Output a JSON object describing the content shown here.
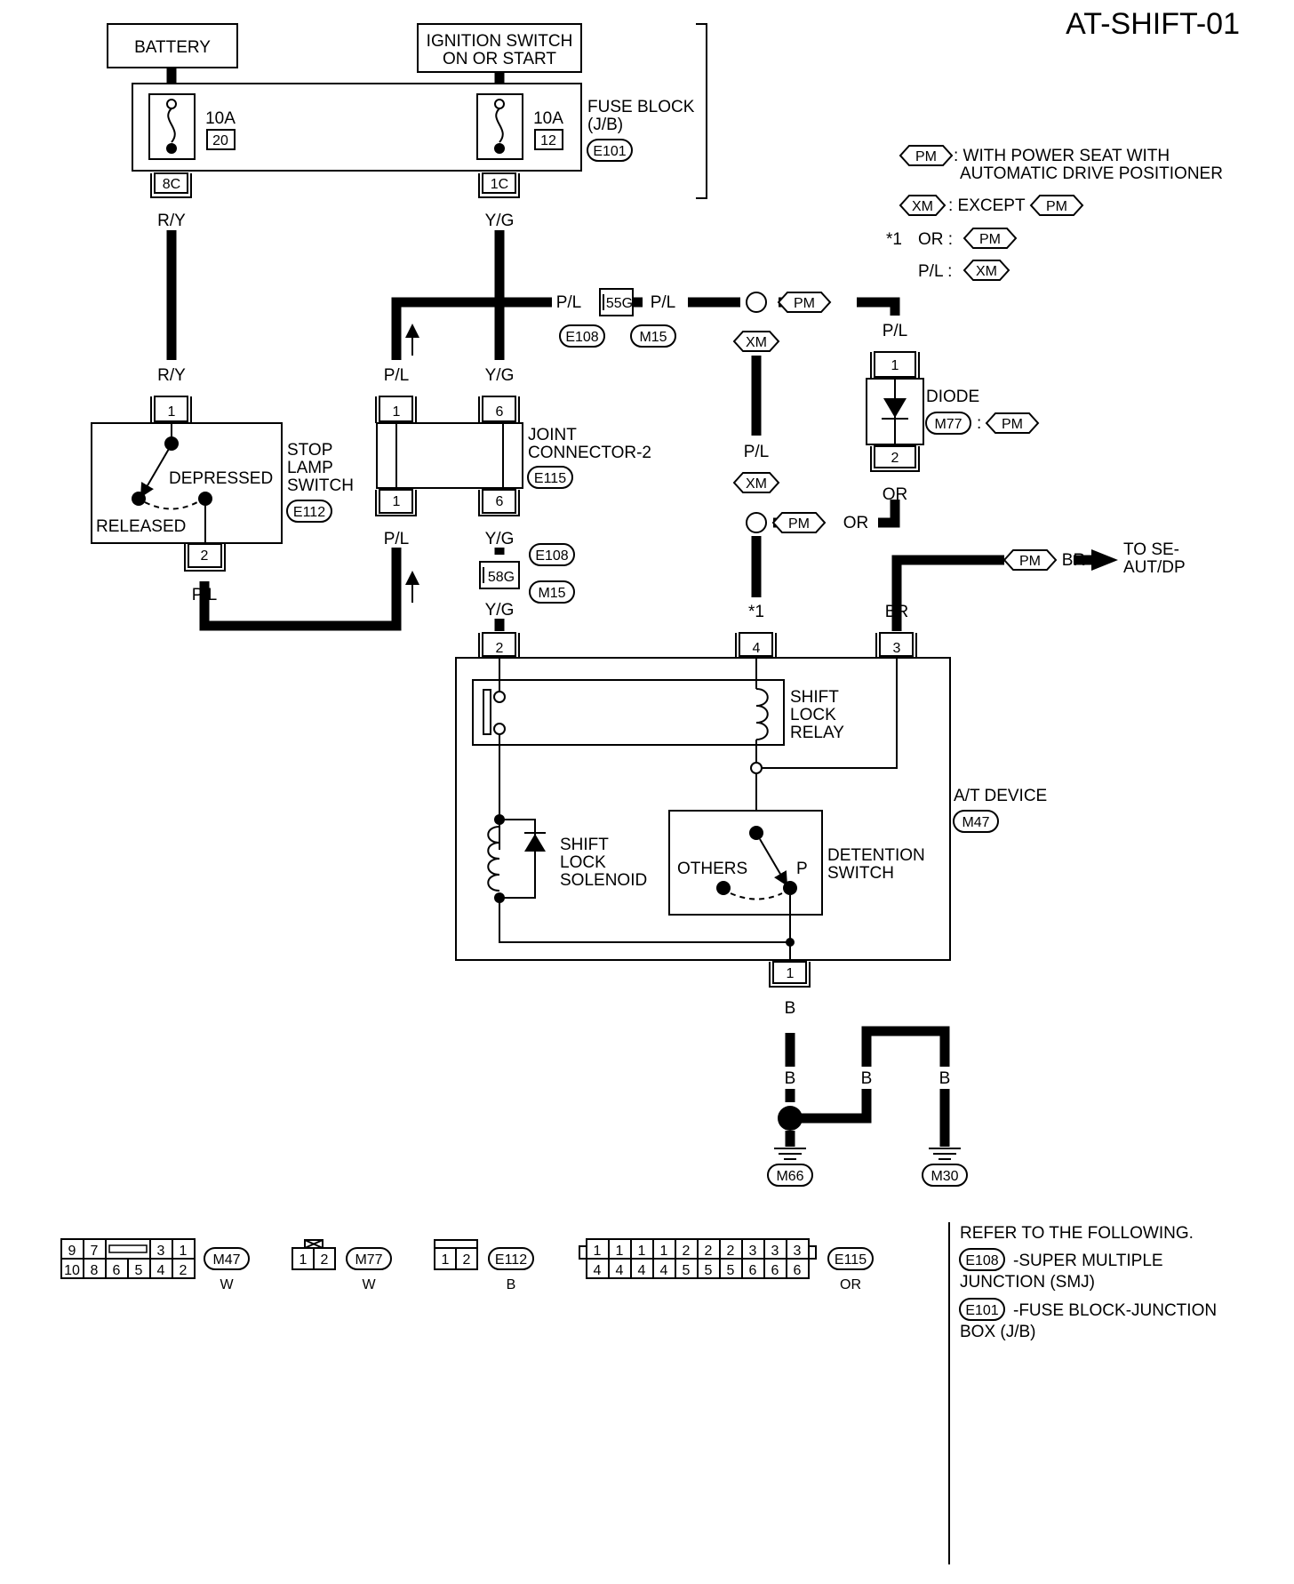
{
  "diagram_id": "AT-SHIFT-01",
  "battery": "BATTERY",
  "ignition_line1": "IGNITION SWITCH",
  "ignition_line2": "ON OR START",
  "fuse_block_line1": "FUSE BLOCK",
  "fuse_block_line2": "(J/B)",
  "fuse_block_code": "E101",
  "fuse1": {
    "rating": "10A",
    "number": "20",
    "terminal": "8C"
  },
  "fuse2": {
    "rating": "10A",
    "number": "12",
    "terminal": "1C"
  },
  "wires": {
    "ry": "R/Y",
    "yg": "Y/G",
    "pl": "P/L",
    "pm": "PM",
    "xm": "XM",
    "or": "OR",
    "br": "BR",
    "b": "B"
  },
  "legend": {
    "pm_tag": "PM",
    "pm_desc1": ": WITH POWER SEAT WITH",
    "pm_desc2": "AUTOMATIC DRIVE POSITIONER",
    "xm_tag": "XM",
    "xm_desc": ": EXCEPT",
    "star": "*1",
    "star_or": "OR :",
    "star_pl": "P/L :"
  },
  "junction_55g": "55G",
  "junction_58g": "58G",
  "conn_e108": "E108",
  "conn_m15": "M15",
  "stop_lamp_line1": "STOP",
  "stop_lamp_line2": "LAMP",
  "stop_lamp_line3": "SWITCH",
  "stop_lamp_code": "E112",
  "depressed": "DEPRESSED",
  "released": "RELEASED",
  "joint_line1": "JOINT",
  "joint_line2": "CONNECTOR-2",
  "joint_code": "E115",
  "diode_label": "DIODE",
  "diode_code": "M77",
  "diode_colon": ":",
  "to_seat_line1": "TO SE-",
  "to_seat_line2": "AUT/DP",
  "relay_line1": "SHIFT",
  "relay_line2": "LOCK",
  "relay_line3": "RELAY",
  "solenoid_line1": "SHIFT",
  "solenoid_line2": "LOCK",
  "solenoid_line3": "SOLENOID",
  "detention_line1": "DETENTION",
  "detention_line2": "SWITCH",
  "others": "OTHERS",
  "p_pos": "P",
  "at_device": "A/T DEVICE",
  "at_device_code": "M47",
  "ground1": "M66",
  "ground2": "M30",
  "pins": {
    "n1": "1",
    "n2": "2",
    "n3": "3",
    "n4": "4",
    "n6": "6"
  },
  "connectors": {
    "m47": {
      "code": "M47",
      "color": "W",
      "top": [
        "9",
        "7",
        "3",
        "1"
      ],
      "bottom": [
        "10",
        "8",
        "6",
        "5",
        "4",
        "2"
      ]
    },
    "m77": {
      "code": "M77",
      "color": "W",
      "pins": [
        "1",
        "2"
      ]
    },
    "e112": {
      "code": "E112",
      "color": "B",
      "pins": [
        "1",
        "2"
      ]
    },
    "e115": {
      "code": "E115",
      "color": "OR",
      "top": [
        "1",
        "1",
        "1",
        "1",
        "2",
        "2",
        "2",
        "3",
        "3",
        "3"
      ],
      "bottom": [
        "4",
        "4",
        "4",
        "4",
        "5",
        "5",
        "5",
        "6",
        "6",
        "6"
      ]
    }
  },
  "refer": {
    "title": "REFER TO THE FOLLOWING.",
    "e108_code": "E108",
    "e108_line1": "-SUPER MULTIPLE",
    "e108_line2": "JUNCTION (SMJ)",
    "e101_code": "E101",
    "e101_line1": "-FUSE BLOCK-JUNCTION",
    "e101_line2": "BOX (J/B)"
  }
}
